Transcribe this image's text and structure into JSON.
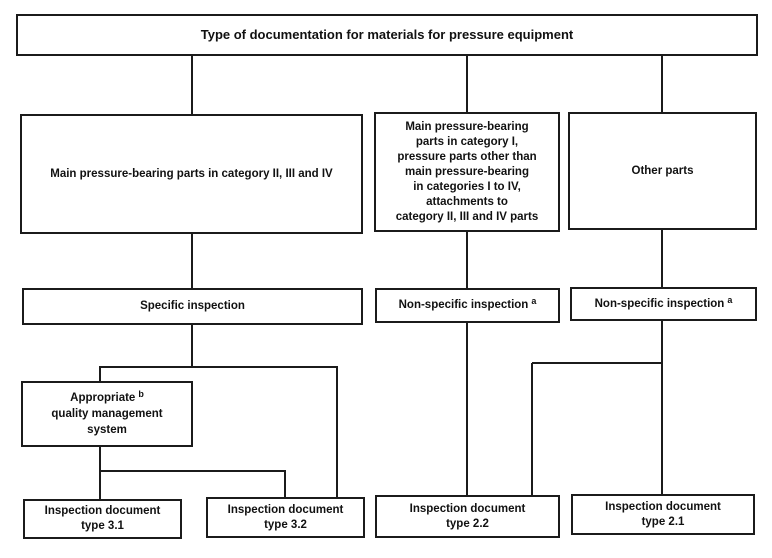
{
  "colors": {
    "line": "#1b1b1b",
    "box_background": "#ffffff",
    "page_background": "#ffffff",
    "text": "#111111"
  },
  "diagram": {
    "title": "Type of documentation for materials for pressure equipment",
    "nodes": {
      "main_parts_cat234": {
        "label": "Main pressure-bearing parts in category II, III and IV"
      },
      "main_parts_cat1": {
        "lines": [
          "Main pressure-bearing",
          "parts in category I,",
          "pressure parts other than",
          "main pressure-bearing",
          "in categories I to IV,",
          "attachments to",
          "category II, III and IV parts"
        ]
      },
      "other_parts": {
        "label": "Other parts"
      },
      "specific_inspection": {
        "label": "Specific inspection"
      },
      "nonspecific_inspection_mid": {
        "label": "Non-specific inspection",
        "superscript": "a"
      },
      "nonspecific_inspection_right": {
        "label": "Non-specific inspection",
        "superscript": "a"
      },
      "quality_management": {
        "line1": "Appropriate",
        "superscript": "b",
        "line2": "quality management",
        "line3": "system"
      },
      "doc_31": {
        "line1": "Inspection document",
        "line2": "type 3.1"
      },
      "doc_32": {
        "line1": "Inspection document",
        "line2": "type 3.2"
      },
      "doc_22": {
        "line1": "Inspection document",
        "line2": "type 2.2"
      },
      "doc_21": {
        "line1": "Inspection document",
        "line2": "type 2.1"
      }
    }
  }
}
